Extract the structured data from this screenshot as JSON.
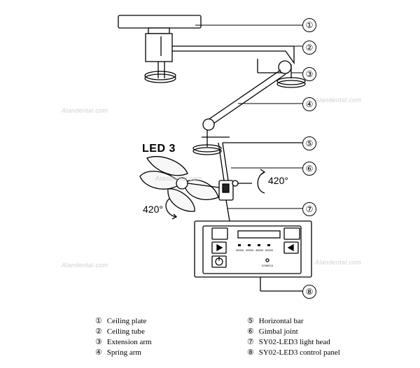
{
  "figure": {
    "model_title": "LED 3",
    "rotation_right": "420°",
    "rotation_left": "420°",
    "watermark": "Alandental.com",
    "panel_brand": "DOMICA",
    "panel_levels": [
      "35000",
      "40000",
      "45000",
      "50000"
    ]
  },
  "callouts": [
    "①",
    "②",
    "③",
    "④",
    "⑤",
    "⑥",
    "⑦",
    "⑧"
  ],
  "legend": {
    "left": [
      {
        "num": "①",
        "label": "Ceiling plate"
      },
      {
        "num": "②",
        "label": "Ceiling tube"
      },
      {
        "num": "③",
        "label": "Extension arm"
      },
      {
        "num": "④",
        "label": "Spring arm"
      }
    ],
    "right": [
      {
        "num": "⑤",
        "label": "Horizontal bar"
      },
      {
        "num": "⑥",
        "label": "Gimbal joint"
      },
      {
        "num": "⑦",
        "label": "SY02-LED3 light head"
      },
      {
        "num": "⑧",
        "label": "SY02-LED3 control panel"
      }
    ]
  }
}
